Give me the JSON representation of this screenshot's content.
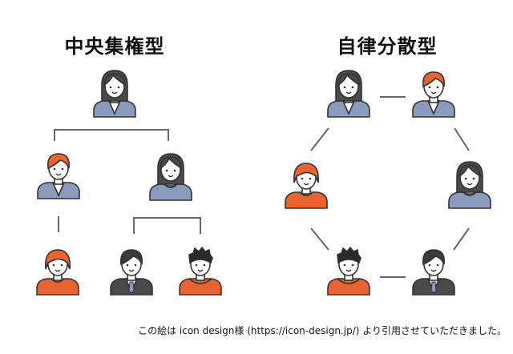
{
  "centralized": {
    "title": "中央集権型",
    "people": [
      {
        "id": "c-top",
        "hair": "long",
        "hair_color": "#4a4a4a",
        "outfit": "jacket",
        "outfit_color": "#8a9bbd"
      },
      {
        "id": "c-mid-l",
        "hair": "short",
        "hair_color": "#e8632f",
        "outfit": "jacket",
        "outfit_color": "#8a9bbd"
      },
      {
        "id": "c-mid-r",
        "hair": "long",
        "hair_color": "#4a4a4a",
        "outfit": "shirt",
        "outfit_color": "#8a9bbd"
      },
      {
        "id": "c-bot-1",
        "hair": "bob",
        "hair_color": "#e8632f",
        "outfit": "shirt",
        "outfit_color": "#e8632f"
      },
      {
        "id": "c-bot-2",
        "hair": "short",
        "hair_color": "#3a3a3a",
        "outfit": "suit",
        "outfit_color": "#4a4a4a"
      },
      {
        "id": "c-bot-3",
        "hair": "spiky",
        "hair_color": "#2a2a2a",
        "outfit": "hoodie",
        "outfit_color": "#e8632f"
      }
    ]
  },
  "autonomous": {
    "title": "自律分散型",
    "people": [
      {
        "id": "a-1",
        "hair": "long",
        "hair_color": "#4a4a4a",
        "outfit": "jacket",
        "outfit_color": "#8a9bbd"
      },
      {
        "id": "a-2",
        "hair": "short",
        "hair_color": "#e8632f",
        "outfit": "jacket",
        "outfit_color": "#8a9bbd"
      },
      {
        "id": "a-3",
        "hair": "long",
        "hair_color": "#4a4a4a",
        "outfit": "shirt",
        "outfit_color": "#8a9bbd"
      },
      {
        "id": "a-4",
        "hair": "short",
        "hair_color": "#3a3a3a",
        "outfit": "suit",
        "outfit_color": "#4a4a4a"
      },
      {
        "id": "a-5",
        "hair": "spiky",
        "hair_color": "#2a2a2a",
        "outfit": "hoodie",
        "outfit_color": "#e8632f"
      },
      {
        "id": "a-6",
        "hair": "bob",
        "hair_color": "#e8632f",
        "outfit": "shirt",
        "outfit_color": "#e8632f"
      }
    ]
  },
  "connector_color": "#666666",
  "skin_color": "#ffffff",
  "line_color": "#333333",
  "caption": "この絵は icon design様 (https://icon-design.jp/) より引用させていただきました。"
}
